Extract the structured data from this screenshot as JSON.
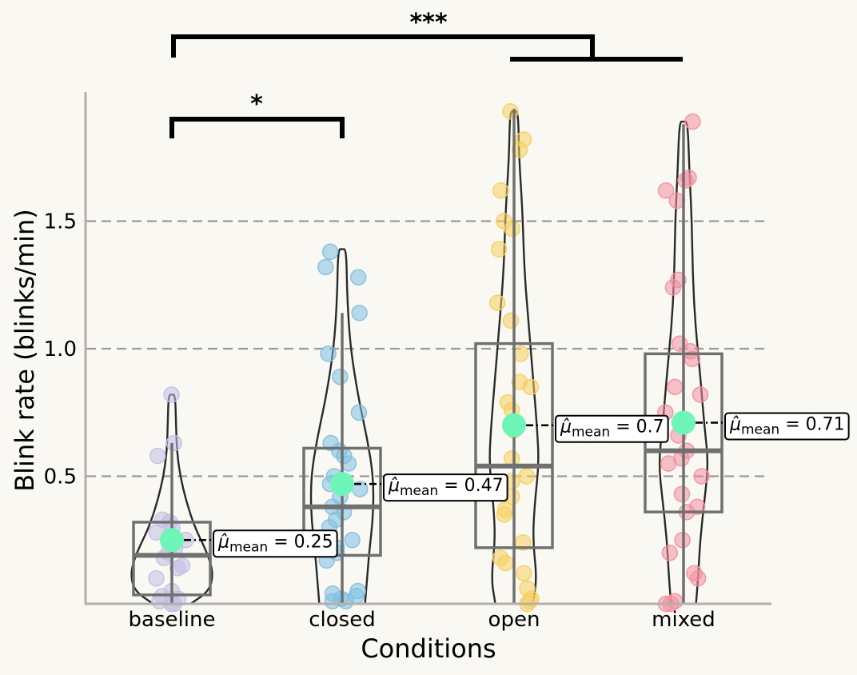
{
  "chart_data": {
    "type": "violin-box-strip",
    "xlabel": "Conditions",
    "ylabel": "Blink rate (blinks/min)",
    "categories": [
      "baseline",
      "closed",
      "open",
      "mixed"
    ],
    "ylim": [
      0,
      2.0
    ],
    "yticks": [
      0.5,
      1.0,
      1.5
    ],
    "ytick_labels": [
      "0.5",
      "1.0",
      "1.5"
    ],
    "grid": "horizontal dashed at y ticks",
    "colors": {
      "baseline": "#c5bde6",
      "closed": "#7fbfe0",
      "open": "#f6cf5e",
      "mixed": "#f2909e",
      "mean_marker": "#6ef5b8",
      "box": "#707070",
      "violin": "#2a2a2a",
      "grid": "#9a9a9a"
    },
    "groups": [
      {
        "name": "baseline",
        "mean": 0.25,
        "mean_label": "0.25",
        "box": {
          "q1": 0.035,
          "median": 0.19,
          "q3": 0.32,
          "whisker_low": 0.0,
          "whisker_high": 0.63
        },
        "violin": {
          "max": 0.82,
          "widths": [
            [
              0,
              0.45
            ],
            [
              0.05,
              0.9
            ],
            [
              0.12,
              1.0
            ],
            [
              0.2,
              0.85
            ],
            [
              0.3,
              0.55
            ],
            [
              0.4,
              0.35
            ],
            [
              0.5,
              0.2
            ],
            [
              0.6,
              0.12
            ],
            [
              0.7,
              0.1
            ],
            [
              0.82,
              0.08
            ]
          ]
        },
        "points": [
          0.82,
          0.63,
          0.58,
          0.33,
          0.32,
          0.3,
          0.28,
          0.25,
          0.22,
          0.2,
          0.18,
          0.15,
          0.14,
          0.1,
          0.05,
          0.03,
          0.02,
          0.01,
          0.0,
          0.0
        ]
      },
      {
        "name": "closed",
        "mean": 0.47,
        "mean_label": "0.47",
        "box": {
          "q1": 0.19,
          "median": 0.38,
          "q3": 0.61,
          "whisker_low": 0.0,
          "whisker_high": 1.14
        },
        "violin": {
          "max": 1.39,
          "widths": [
            [
              0,
              0.55
            ],
            [
              0.1,
              0.6
            ],
            [
              0.2,
              0.65
            ],
            [
              0.35,
              0.75
            ],
            [
              0.5,
              0.75
            ],
            [
              0.65,
              0.6
            ],
            [
              0.8,
              0.4
            ],
            [
              1.0,
              0.2
            ],
            [
              1.2,
              0.12
            ],
            [
              1.39,
              0.1
            ]
          ]
        },
        "points": [
          1.38,
          1.32,
          1.28,
          1.14,
          0.98,
          0.89,
          0.75,
          0.63,
          0.6,
          0.58,
          0.55,
          0.5,
          0.47,
          0.45,
          0.42,
          0.38,
          0.36,
          0.33,
          0.3,
          0.25,
          0.22,
          0.2,
          0.17,
          0.05,
          0.04,
          0.03,
          0.02,
          0.01,
          0.01
        ]
      },
      {
        "name": "open",
        "mean": 0.7,
        "mean_label": "0.7",
        "box": {
          "q1": 0.22,
          "median": 0.54,
          "q3": 1.02,
          "whisker_low": 0.0,
          "whisker_high": 1.94
        },
        "violin": {
          "max": 1.93,
          "widths": [
            [
              0,
              0.45
            ],
            [
              0.1,
              0.55
            ],
            [
              0.25,
              0.45
            ],
            [
              0.4,
              0.5
            ],
            [
              0.55,
              0.6
            ],
            [
              0.7,
              0.55
            ],
            [
              0.9,
              0.45
            ],
            [
              1.1,
              0.35
            ],
            [
              1.3,
              0.25
            ],
            [
              1.55,
              0.2
            ],
            [
              1.75,
              0.12
            ],
            [
              1.93,
              0.1
            ]
          ]
        },
        "points": [
          1.93,
          1.82,
          1.78,
          1.62,
          1.5,
          1.47,
          1.39,
          1.18,
          1.11,
          0.98,
          0.87,
          0.85,
          0.79,
          0.76,
          0.68,
          0.57,
          0.5,
          0.48,
          0.42,
          0.37,
          0.35,
          0.24,
          0.18,
          0.16,
          0.12,
          0.06,
          0.02,
          0.01,
          0.0
        ]
      },
      {
        "name": "mixed",
        "mean": 0.71,
        "mean_label": "0.71",
        "box": {
          "q1": 0.36,
          "median": 0.6,
          "q3": 0.98,
          "whisker_low": 0.0,
          "whisker_high": 1.88
        },
        "violin": {
          "max": 1.89,
          "widths": [
            [
              0,
              0.3
            ],
            [
              0.1,
              0.35
            ],
            [
              0.25,
              0.4
            ],
            [
              0.4,
              0.5
            ],
            [
              0.55,
              0.6
            ],
            [
              0.7,
              0.5
            ],
            [
              0.9,
              0.4
            ],
            [
              1.1,
              0.28
            ],
            [
              1.3,
              0.22
            ],
            [
              1.5,
              0.2
            ],
            [
              1.7,
              0.14
            ],
            [
              1.89,
              0.1
            ]
          ]
        },
        "points": [
          1.89,
          1.67,
          1.66,
          1.62,
          1.58,
          1.27,
          1.24,
          1.02,
          0.99,
          0.96,
          0.85,
          0.82,
          0.75,
          0.66,
          0.6,
          0.57,
          0.55,
          0.5,
          0.43,
          0.38,
          0.36,
          0.25,
          0.2,
          0.12,
          0.1,
          0.01,
          0.0,
          0.0
        ]
      }
    ],
    "mean_annotation_prefix": "μ̂",
    "mean_annotation_subscript": "mean",
    "significance": [
      {
        "label": "*",
        "from": "baseline",
        "to": "closed"
      },
      {
        "label": "***",
        "from": "baseline",
        "to": [
          "open",
          "mixed"
        ]
      }
    ]
  }
}
